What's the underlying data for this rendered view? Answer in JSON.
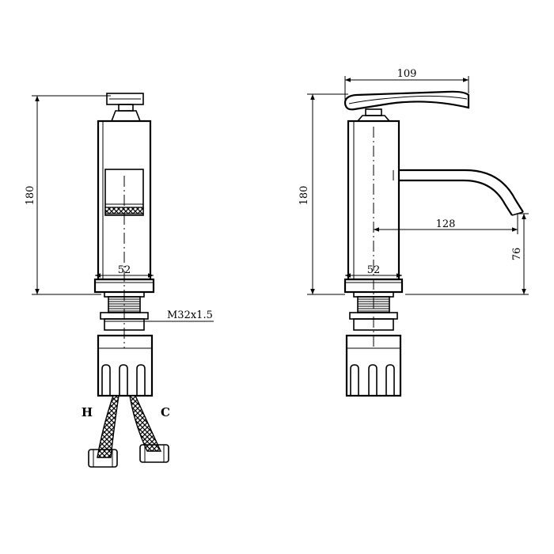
{
  "drawing": {
    "type": "technical drawing - faucet",
    "front_view": {
      "height_label": "180",
      "base_width_label": "52",
      "thread_label": "M32x1.5",
      "hot_label": "H",
      "cold_label": "C"
    },
    "side_view": {
      "handle_length_label": "109",
      "height_label": "180",
      "spout_reach_label": "128",
      "spout_height_label": "76",
      "base_width_label": "52"
    }
  }
}
